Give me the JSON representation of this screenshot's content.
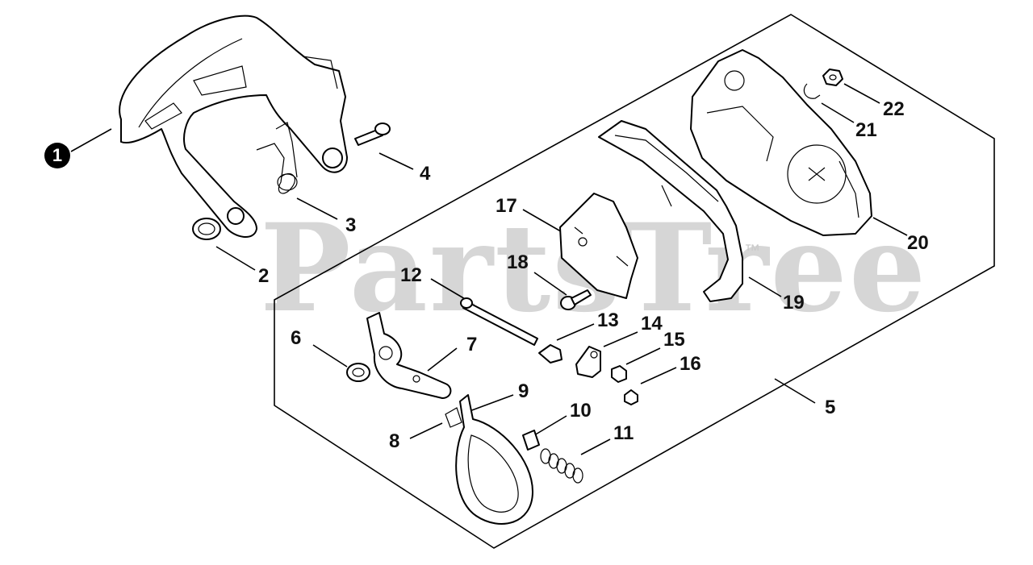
{
  "watermark": {
    "text": "PartsTree",
    "trademark": "™"
  },
  "callouts": {
    "p1": "1",
    "p2": "2",
    "p3": "3",
    "p4": "4",
    "p5": "5",
    "p6": "6",
    "p7": "7",
    "p8": "8",
    "p9": "9",
    "p10": "10",
    "p11": "11",
    "p12": "12",
    "p13": "13",
    "p14": "14",
    "p15": "15",
    "p16": "16",
    "p17": "17",
    "p18": "18",
    "p19": "19",
    "p20": "20",
    "p21": "21",
    "p22": "22"
  }
}
